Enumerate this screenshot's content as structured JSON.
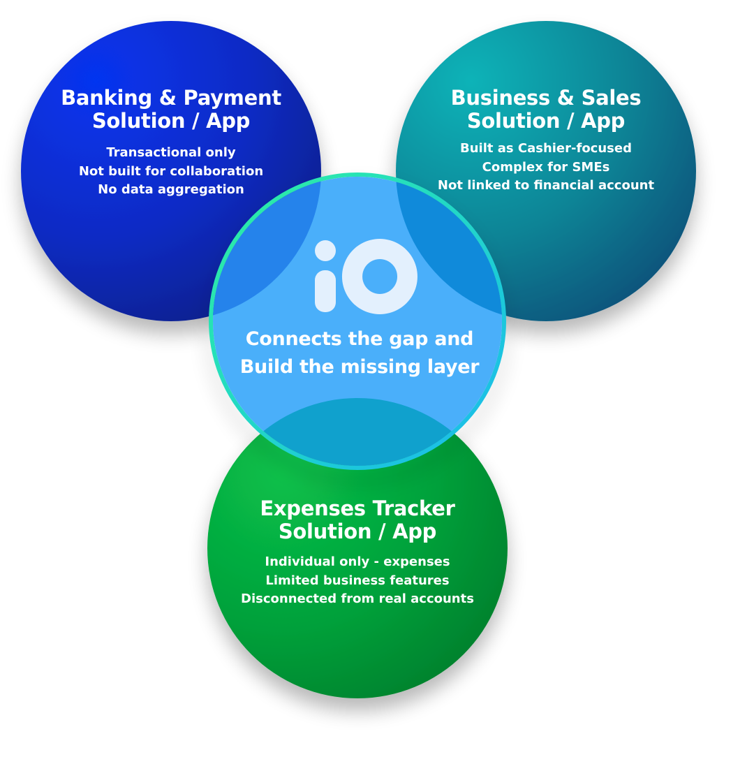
{
  "diagram": {
    "colors": {
      "blue_circle": "#0a2fd6",
      "teal_circle": "#0a8fa0",
      "green_circle": "#06a83a",
      "center_circle": "#4aacf7",
      "center_ring": "#2ee0a0",
      "text": "#ffffff",
      "logo": "#e6f1fd"
    },
    "circles": [
      {
        "id": "banking",
        "title_lines": [
          "Banking & Payment",
          "Solution / App"
        ],
        "points": [
          "Transactional only",
          "Not built for collaboration",
          "No data aggregation"
        ]
      },
      {
        "id": "business",
        "title_lines": [
          "Business & Sales",
          "Solution / App"
        ],
        "points": [
          "Built as Cashier-focused",
          "Complex for SMEs",
          "Not linked to financial account"
        ]
      },
      {
        "id": "expenses",
        "title_lines": [
          "Expenses Tracker",
          "Solution / App"
        ],
        "points": [
          "Individual only - expenses",
          "Limited business features",
          "Disconnected from real accounts"
        ]
      }
    ],
    "center": {
      "logo_text": "iO",
      "logo_icon": "io-logo-icon",
      "caption_lines": [
        "Connects the gap and",
        "Build the missing layer"
      ]
    }
  }
}
